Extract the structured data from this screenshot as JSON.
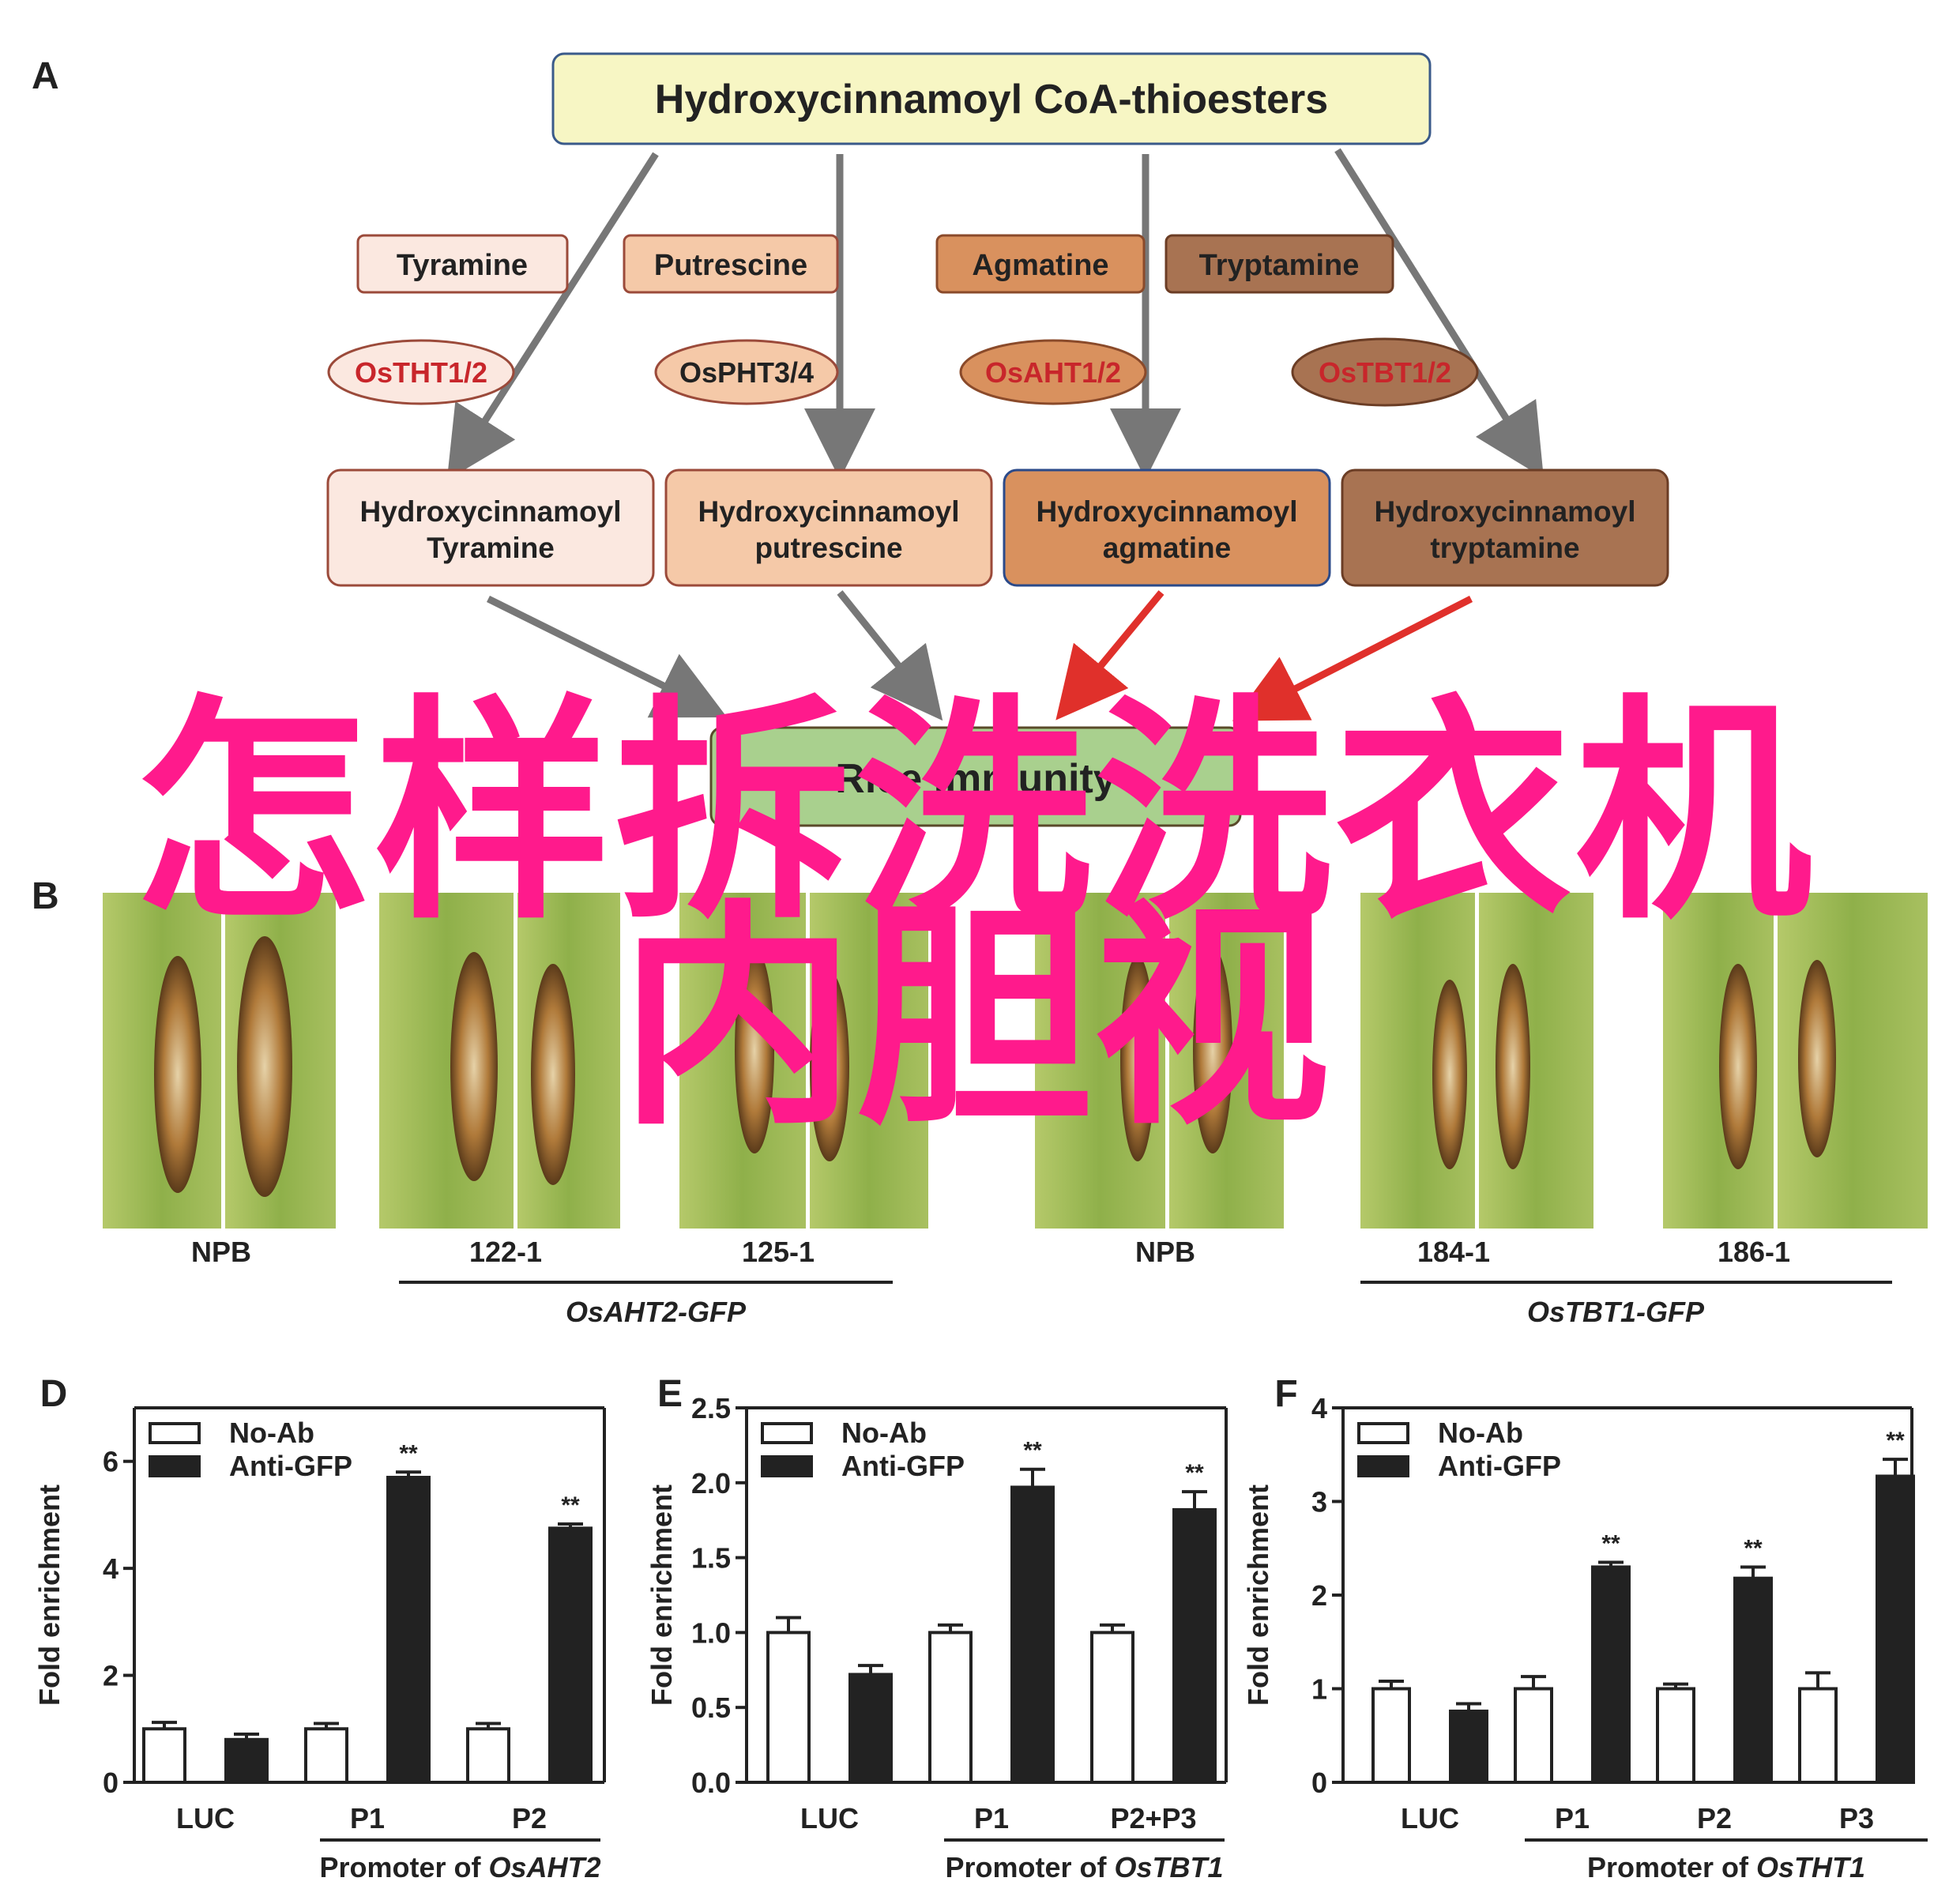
{
  "panelA": {
    "label": "A",
    "top": "Hydroxycinnamoyl CoA-thioesters",
    "substrates": [
      {
        "name": "Tyramine",
        "fill": "#fbe8e0",
        "stroke": "#9b4a3a"
      },
      {
        "name": "Putrescine",
        "fill": "#f5c9a8",
        "stroke": "#9b4a3a"
      },
      {
        "name": "Agmatine",
        "fill": "#d9915e",
        "stroke": "#8a4a2a"
      },
      {
        "name": "Tryptamine",
        "fill": "#a87352",
        "stroke": "#6b3d25"
      }
    ],
    "enzymes": [
      {
        "name": "OsTHT1/2",
        "fill": "#fbe8e0",
        "color": "#c8262b"
      },
      {
        "name": "OsPHT3/4",
        "fill": "#f5c9a8",
        "color": "#222222"
      },
      {
        "name": "OsAHT1/2",
        "fill": "#d9915e",
        "color": "#c8262b"
      },
      {
        "name": "OsTBT1/2",
        "fill": "#a87352",
        "color": "#c8262b"
      }
    ],
    "products": [
      {
        "line1": "Hydroxycinnamoyl",
        "line2": "Tyramine",
        "fill": "#fbe8e0",
        "stroke": "#9b4a3a"
      },
      {
        "line1": "Hydroxycinnamoyl",
        "line2": "putrescine",
        "fill": "#f5c9a8",
        "stroke": "#9b4a3a"
      },
      {
        "line1": "Hydroxycinnamoyl",
        "line2": "agmatine",
        "fill": "#d9915e",
        "stroke": "#2b4a8a"
      },
      {
        "line1": "Hydroxycinnamoyl",
        "line2": "tryptamine",
        "fill": "#a87352",
        "stroke": "#6b3d25"
      }
    ],
    "bottom": "Rice immunity",
    "colors": {
      "top_fill": "#f7f6c4",
      "top_stroke": "#3a5a8a",
      "bottom_fill": "#a9d08e",
      "gray_arrow": "#777777",
      "red_arrow": "#e0302b"
    }
  },
  "panelB": {
    "label": "B",
    "leaf_labels": [
      "NPB",
      "122-1",
      "125-1",
      "NPB",
      "184-1",
      "186-1"
    ],
    "groups": [
      "OsAHT2-GFP",
      "OsTBT1-GFP"
    ]
  },
  "overlay_text": {
    "line1": "怎样拆洗洗衣机",
    "line2": "内胆视"
  },
  "chart_data": [
    {
      "panel": "D",
      "type": "bar",
      "categories": [
        "LUC",
        "P1",
        "P2"
      ],
      "series": [
        {
          "name": "No-Ab",
          "values": [
            1.0,
            1.0,
            1.0
          ],
          "errors": [
            0.12,
            0.1,
            0.1
          ]
        },
        {
          "name": "Anti-GFP",
          "values": [
            0.8,
            5.7,
            4.75
          ],
          "errors": [
            0.1,
            0.1,
            0.08
          ]
        }
      ],
      "significance": [
        "",
        "**",
        "**"
      ],
      "ylabel": "Fold enrichment",
      "ylim": [
        0,
        7
      ],
      "yticks": [
        0,
        2,
        4,
        6
      ],
      "ytick_labels": [
        "0",
        "2",
        "4",
        "6"
      ],
      "promoter_prefix": "Promoter of ",
      "promoter_gene": "OsAHT2"
    },
    {
      "panel": "E",
      "type": "bar",
      "categories": [
        "LUC",
        "P1",
        "P2+P3"
      ],
      "series": [
        {
          "name": "No-Ab",
          "values": [
            1.0,
            1.0,
            1.0
          ],
          "errors": [
            0.1,
            0.05,
            0.05
          ]
        },
        {
          "name": "Anti-GFP",
          "values": [
            0.72,
            1.97,
            1.82
          ],
          "errors": [
            0.06,
            0.12,
            0.12
          ]
        }
      ],
      "significance": [
        "",
        "**",
        "**"
      ],
      "ylabel": "Fold enrichment",
      "ylim": [
        0,
        2.5
      ],
      "yticks": [
        0,
        0.5,
        1.0,
        1.5,
        2.0,
        2.5
      ],
      "ytick_labels": [
        "0.0",
        "0.5",
        "1.0",
        "1.5",
        "2.0",
        "2.5"
      ],
      "promoter_prefix": "Promoter of ",
      "promoter_gene": "OsTBT1"
    },
    {
      "panel": "F",
      "type": "bar",
      "categories": [
        "LUC",
        "P1",
        "P2",
        "P3"
      ],
      "series": [
        {
          "name": "No-Ab",
          "values": [
            1.0,
            1.0,
            1.0,
            1.0
          ],
          "errors": [
            0.08,
            0.13,
            0.05,
            0.17
          ]
        },
        {
          "name": "Anti-GFP",
          "values": [
            0.76,
            2.3,
            2.18,
            3.27
          ],
          "errors": [
            0.08,
            0.05,
            0.12,
            0.18
          ]
        }
      ],
      "significance": [
        "",
        "**",
        "**",
        "**"
      ],
      "ylabel": "Fold enrichment",
      "ylim": [
        0,
        4
      ],
      "yticks": [
        0,
        1,
        2,
        3,
        4
      ],
      "ytick_labels": [
        "0",
        "1",
        "2",
        "3",
        "4"
      ],
      "promoter_prefix": "Promoter of ",
      "promoter_gene": "OsTHT1"
    }
  ]
}
